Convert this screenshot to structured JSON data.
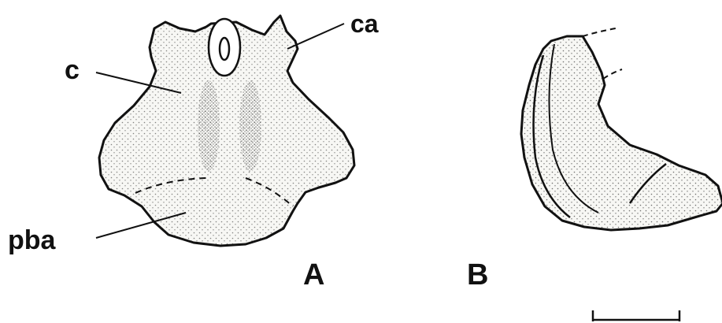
{
  "labels": {
    "ca": "ca",
    "c": "c",
    "pba": "pba",
    "view_a": "A",
    "view_b": "B"
  },
  "colors": {
    "ink": "#111111",
    "fill": "#f7f7f4",
    "background": "#ffffff"
  }
}
